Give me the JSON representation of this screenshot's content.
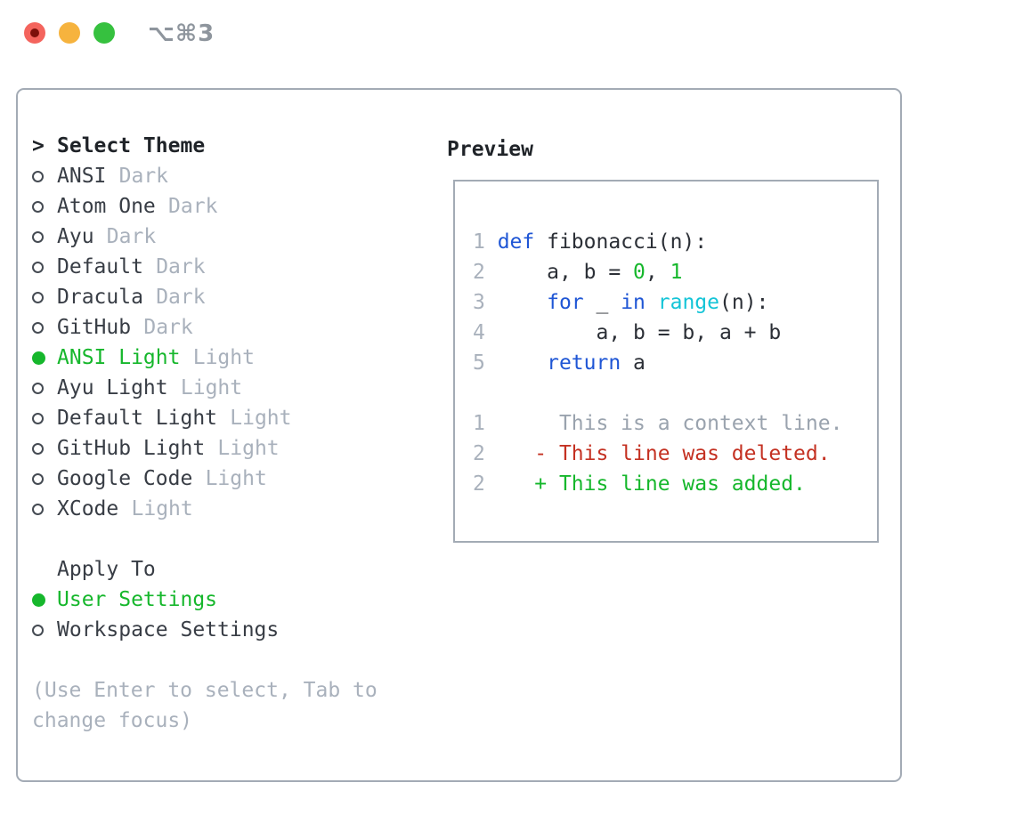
{
  "window": {
    "shortcut": "⌥⌘3"
  },
  "theme_panel": {
    "cursor": ">",
    "title": "Select Theme",
    "items": [
      {
        "name": "ANSI",
        "variant": "Dark",
        "selected": false
      },
      {
        "name": "Atom One",
        "variant": "Dark",
        "selected": false
      },
      {
        "name": "Ayu",
        "variant": "Dark",
        "selected": false
      },
      {
        "name": "Default",
        "variant": "Dark",
        "selected": false
      },
      {
        "name": "Dracula",
        "variant": "Dark",
        "selected": false
      },
      {
        "name": "GitHub",
        "variant": "Dark",
        "selected": false
      },
      {
        "name": "ANSI Light",
        "variant": "Light",
        "selected": true
      },
      {
        "name": "Ayu Light",
        "variant": "Light",
        "selected": false
      },
      {
        "name": "Default Light",
        "variant": "Light",
        "selected": false
      },
      {
        "name": "GitHub Light",
        "variant": "Light",
        "selected": false
      },
      {
        "name": "Google Code",
        "variant": "Light",
        "selected": false
      },
      {
        "name": "XCode",
        "variant": "Light",
        "selected": false
      }
    ]
  },
  "apply_panel": {
    "title": "Apply To",
    "options": [
      {
        "label": "User Settings",
        "selected": true
      },
      {
        "label": "Workspace Settings",
        "selected": false
      }
    ]
  },
  "help_text": "(Use Enter to select, Tab to\nchange focus)",
  "preview": {
    "title": "Preview",
    "code_lines": [
      {
        "num": "1",
        "tokens": [
          [
            "kw",
            "def"
          ],
          [
            "plain",
            " fibonacci(n):"
          ]
        ]
      },
      {
        "num": "2",
        "tokens": [
          [
            "plain",
            "    a, b = "
          ],
          [
            "num",
            "0"
          ],
          [
            "plain",
            ", "
          ],
          [
            "num",
            "1"
          ]
        ]
      },
      {
        "num": "3",
        "tokens": [
          [
            "plain",
            "    "
          ],
          [
            "kw",
            "for"
          ],
          [
            "plain",
            " _ "
          ],
          [
            "kw",
            "in"
          ],
          [
            "plain",
            " "
          ],
          [
            "builtin",
            "range"
          ],
          [
            "plain",
            "(n):"
          ]
        ]
      },
      {
        "num": "4",
        "tokens": [
          [
            "plain",
            "        a, b = b, a + b"
          ]
        ]
      },
      {
        "num": "5",
        "tokens": [
          [
            "plain",
            "    "
          ],
          [
            "kw",
            "return"
          ],
          [
            "plain",
            " a"
          ]
        ]
      }
    ],
    "diff_lines": [
      {
        "num": "1",
        "kind": "context",
        "text": "     This is a context line."
      },
      {
        "num": "2",
        "kind": "deleted",
        "text": "   - This line was deleted."
      },
      {
        "num": "2",
        "kind": "added",
        "text": "   + This line was added."
      }
    ]
  },
  "colors": {
    "accent_green": "#16b72c",
    "keyword_blue": "#1f56d5",
    "builtin_cyan": "#13c4d7",
    "deleted_red": "#c43122",
    "muted_gray": "#a9b1bc",
    "border_gray": "#a3abb5",
    "text_dark": "#2f343b",
    "traffic_red": "#f4645d",
    "traffic_yellow": "#f6b33e",
    "traffic_green": "#36c13f"
  }
}
